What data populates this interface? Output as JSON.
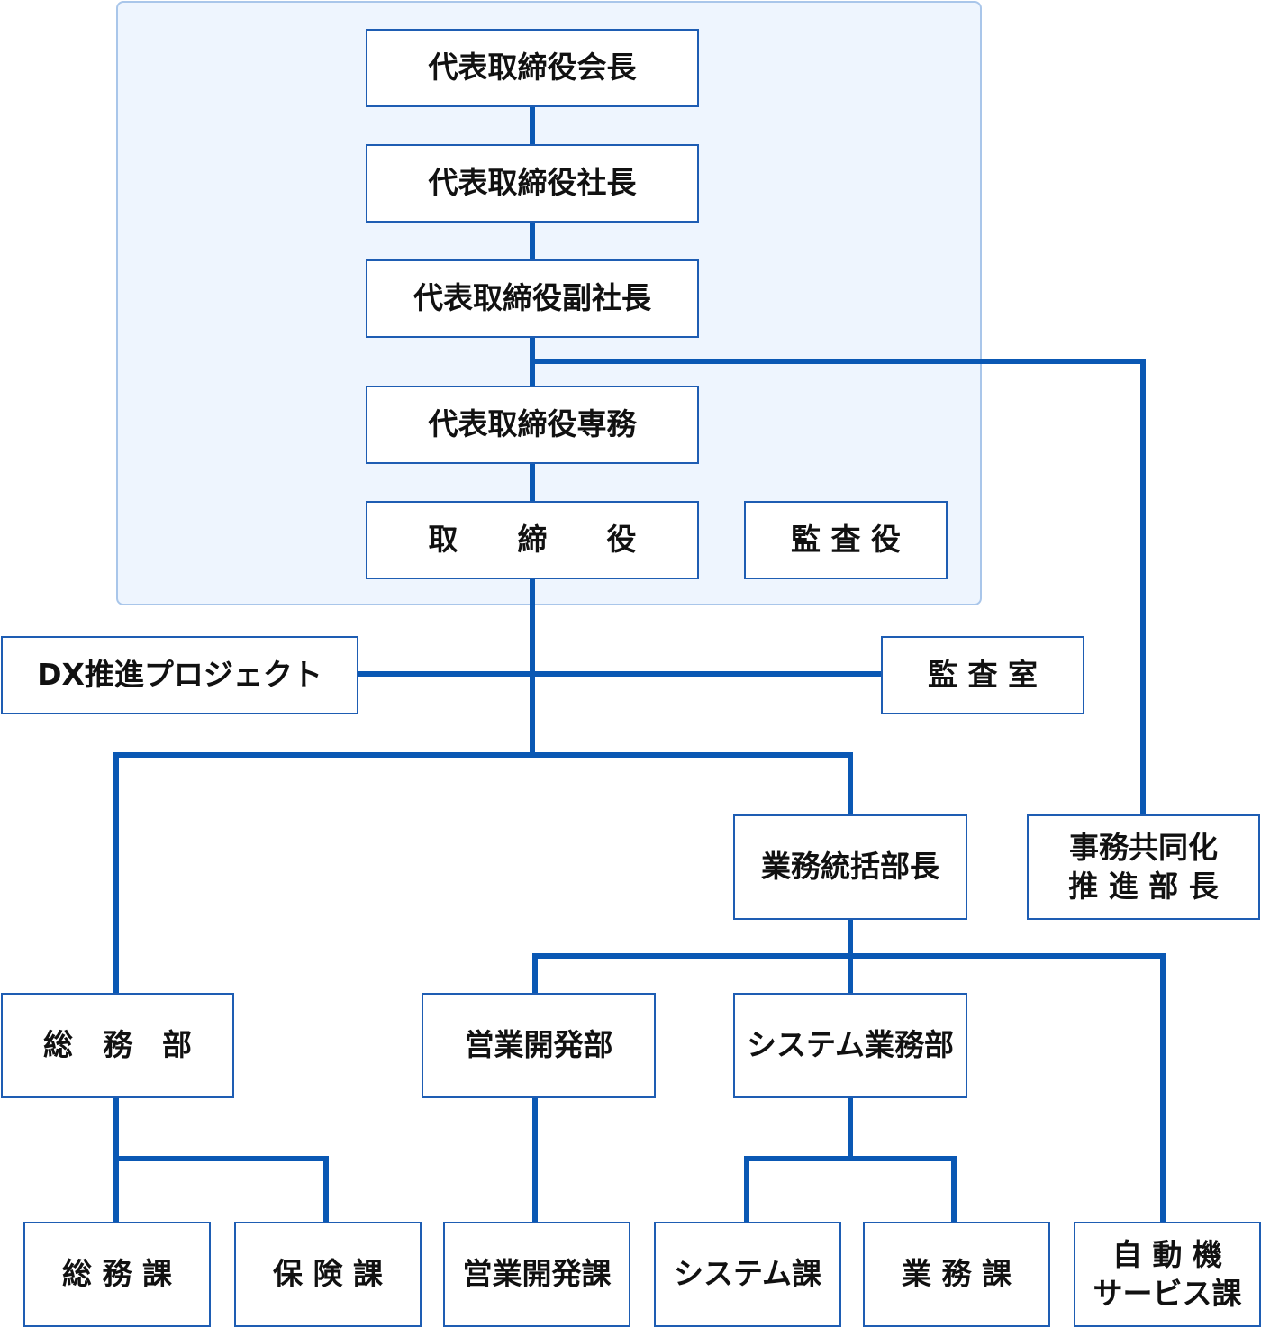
{
  "colors": {
    "line": "#0a58b4",
    "border": "#1e5db3",
    "panel_bg": "#eef5fe",
    "panel_border": "#a9c6ea"
  },
  "nodes": {
    "chairman": "代表取締役会長",
    "president": "代表取締役社長",
    "vice_president": "代表取締役副社長",
    "senior_managing": "代表取締役専務",
    "directors": "取　　締　　役",
    "auditor": "監 査 役",
    "dx_project": "DX推進プロジェクト",
    "audit_office": "監 査 室",
    "general_manager": "業務統括部長",
    "shared_promo_line1": "事務共同化",
    "shared_promo_line2": "推 進 部 長",
    "general_affairs_dept": "総　務　部",
    "sales_dev_dept": "営業開発部",
    "system_dept": "システム業務部",
    "general_affairs_sec": "総 務 課",
    "insurance_sec": "保 険 課",
    "sales_dev_sec": "営業開発課",
    "system_sec": "システム課",
    "business_sec": "業 務 課",
    "auto_service_line1": "自 動 機",
    "auto_service_line2": "サービス課"
  }
}
